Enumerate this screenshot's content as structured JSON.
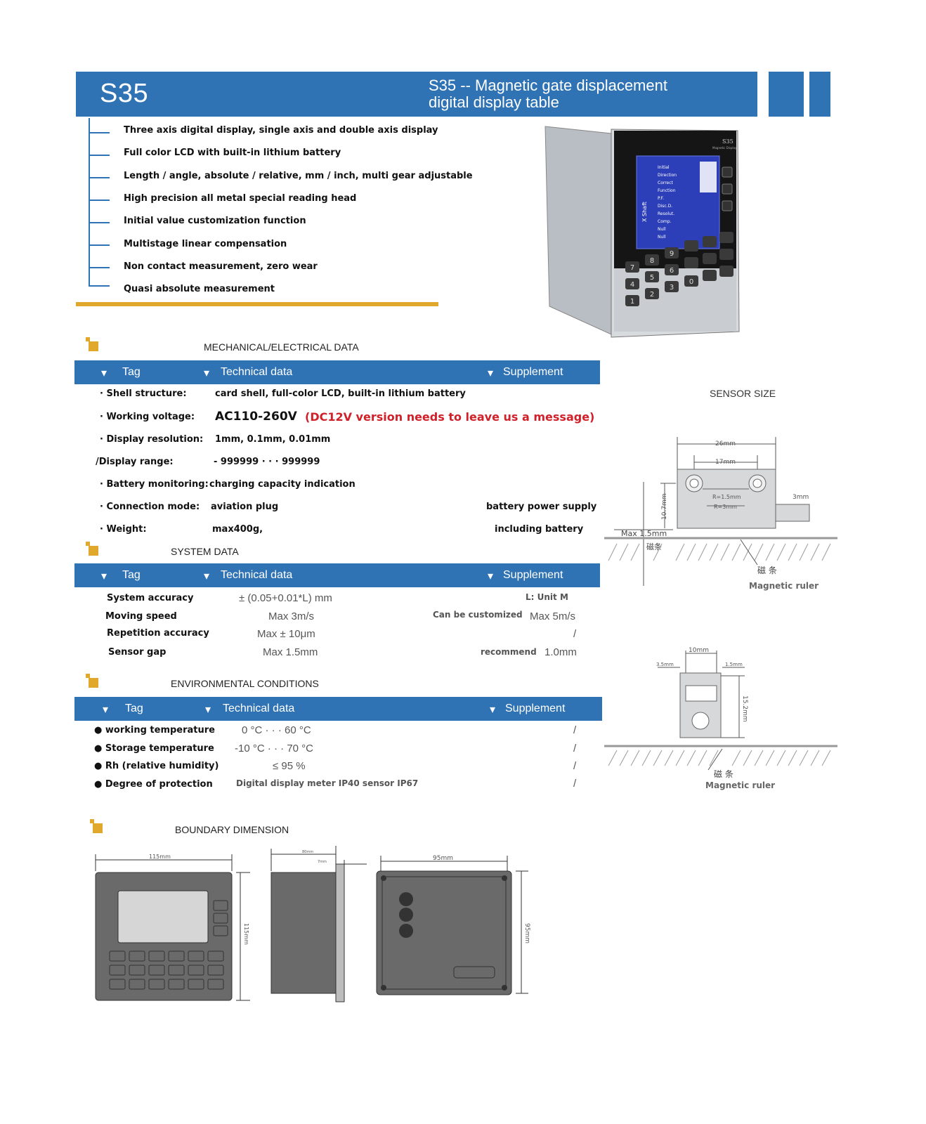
{
  "banner": {
    "model": "S35",
    "subtitle_line1": "S35 -- Magnetic gate displacement",
    "subtitle_line2": "digital display table"
  },
  "features": [
    "Three axis digital display, single axis and double axis display",
    "Full color LCD with built-in lithium battery",
    "Length / angle, absolute / relative, mm / inch, multi gear adjustable",
    "High precision all metal special reading head",
    "Initial value customization function",
    "Multistage linear compensation",
    "Non contact measurement, zero wear",
    "Quasi absolute measurement"
  ],
  "device": {
    "brand": "S35",
    "brand_sub": "Magnetic Display",
    "axis_label": "X Shaft",
    "menu": [
      "Initial",
      "Direction",
      "Correct",
      "Function",
      "P.F.",
      "Disc.D.",
      "Resolut.",
      "Comp.",
      "Null",
      "Null"
    ],
    "keys": [
      "9",
      "8",
      "7",
      "6",
      "5",
      "4",
      "3",
      "2",
      "1",
      "0"
    ]
  },
  "headers": {
    "tag": "Tag",
    "technical": "Technical data",
    "supplement": "Supplement"
  },
  "mechanical": {
    "title": "MECHANICAL/ELECTRICAL DATA",
    "rows": [
      {
        "label": "· Shell structure:",
        "value": "card shell, full-color LCD, built-in lithium battery",
        "supp": ""
      },
      {
        "label": "· Working voltage:",
        "value": "AC110-260V",
        "supp": "(DC12V version needs to leave us a message)"
      },
      {
        "label": "· Display resolution:",
        "value": "1mm, 0.1mm, 0.01mm",
        "supp": ""
      },
      {
        "label": "/Display range:",
        "value": "- 999999 · · · 999999",
        "supp": ""
      },
      {
        "label": "· Battery monitoring:",
        "value": "charging capacity indication",
        "supp": ""
      },
      {
        "label": "· Connection mode:",
        "value": "aviation plug",
        "supp": "battery power supply"
      },
      {
        "label": "· Weight:",
        "value": "max400g,",
        "supp": "including battery"
      }
    ]
  },
  "system": {
    "title": "SYSTEM DATA",
    "rows": [
      {
        "label": "System accuracy",
        "value": "± (0.05+0.01*L) mm",
        "note": "",
        "supp": "L: Unit M"
      },
      {
        "label": "Moving speed",
        "value": "Max 3m/s",
        "note": "Can be customized",
        "supp": "Max 5m/s"
      },
      {
        "label": "Repetition accuracy",
        "value": "Max ± 10μm",
        "note": "",
        "supp": "/"
      },
      {
        "label": "Sensor gap",
        "value": "Max 1.5mm",
        "note": "recommend",
        "supp": "1.0mm"
      }
    ]
  },
  "environment": {
    "title": "ENVIRONMENTAL CONDITIONS",
    "rows": [
      {
        "label": "working temperature",
        "value": "0 °C · · · 60 °C",
        "supp": "/"
      },
      {
        "label": "Storage temperature",
        "value": "-10 °C · · · 70 °C",
        "supp": "/"
      },
      {
        "label": "Rh (relative humidity)",
        "value": "≤ 95 %",
        "supp": "/"
      },
      {
        "label": "Degree of protection",
        "value": "Digital display meter IP40 sensor IP67",
        "supp": "/"
      }
    ]
  },
  "sensor": {
    "title": "SENSOR SIZE",
    "d26": "26mm",
    "d17": "17mm",
    "d107": "10.7mm",
    "r1": "R=1.5mm",
    "r2": "R=3mm",
    "d3": "3mm",
    "gap": "Max 1.5mm",
    "strip_cn": "磁条",
    "strip_cn2": "磁 条",
    "ruler": "Magnetic ruler",
    "d10": "10mm",
    "d35": "3.5mm",
    "d15": "1.5mm",
    "d152": "15.2mm",
    "ruler2_cn": "磁 条",
    "ruler2": "Magnetic ruler"
  },
  "boundary": {
    "title": "BOUNDARY DIMENSION",
    "w115": "115mm",
    "h115": "115mm",
    "d80": "80mm",
    "d7": "7mm",
    "w95": "95mm",
    "h95": "95mm"
  },
  "colors": {
    "brand_blue": "#2f73b5",
    "accent_gold": "#e0a82c",
    "alert_red": "#d0202a"
  }
}
